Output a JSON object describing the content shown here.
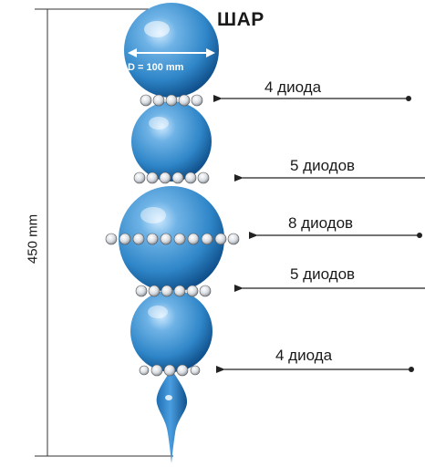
{
  "title": "ШАР",
  "ball_diameter_label": "D = 100 mm",
  "height_label": "450 mm",
  "labels": [
    "4 диода",
    "5 диодов",
    "8 диодов",
    "5 диодов",
    "4 диода"
  ],
  "colors": {
    "ball_light": "#9fd0f2",
    "ball_mid": "#2f86c8",
    "ball_dark": "#10508c",
    "bead": "#d9dde2",
    "line": "#222222"
  }
}
